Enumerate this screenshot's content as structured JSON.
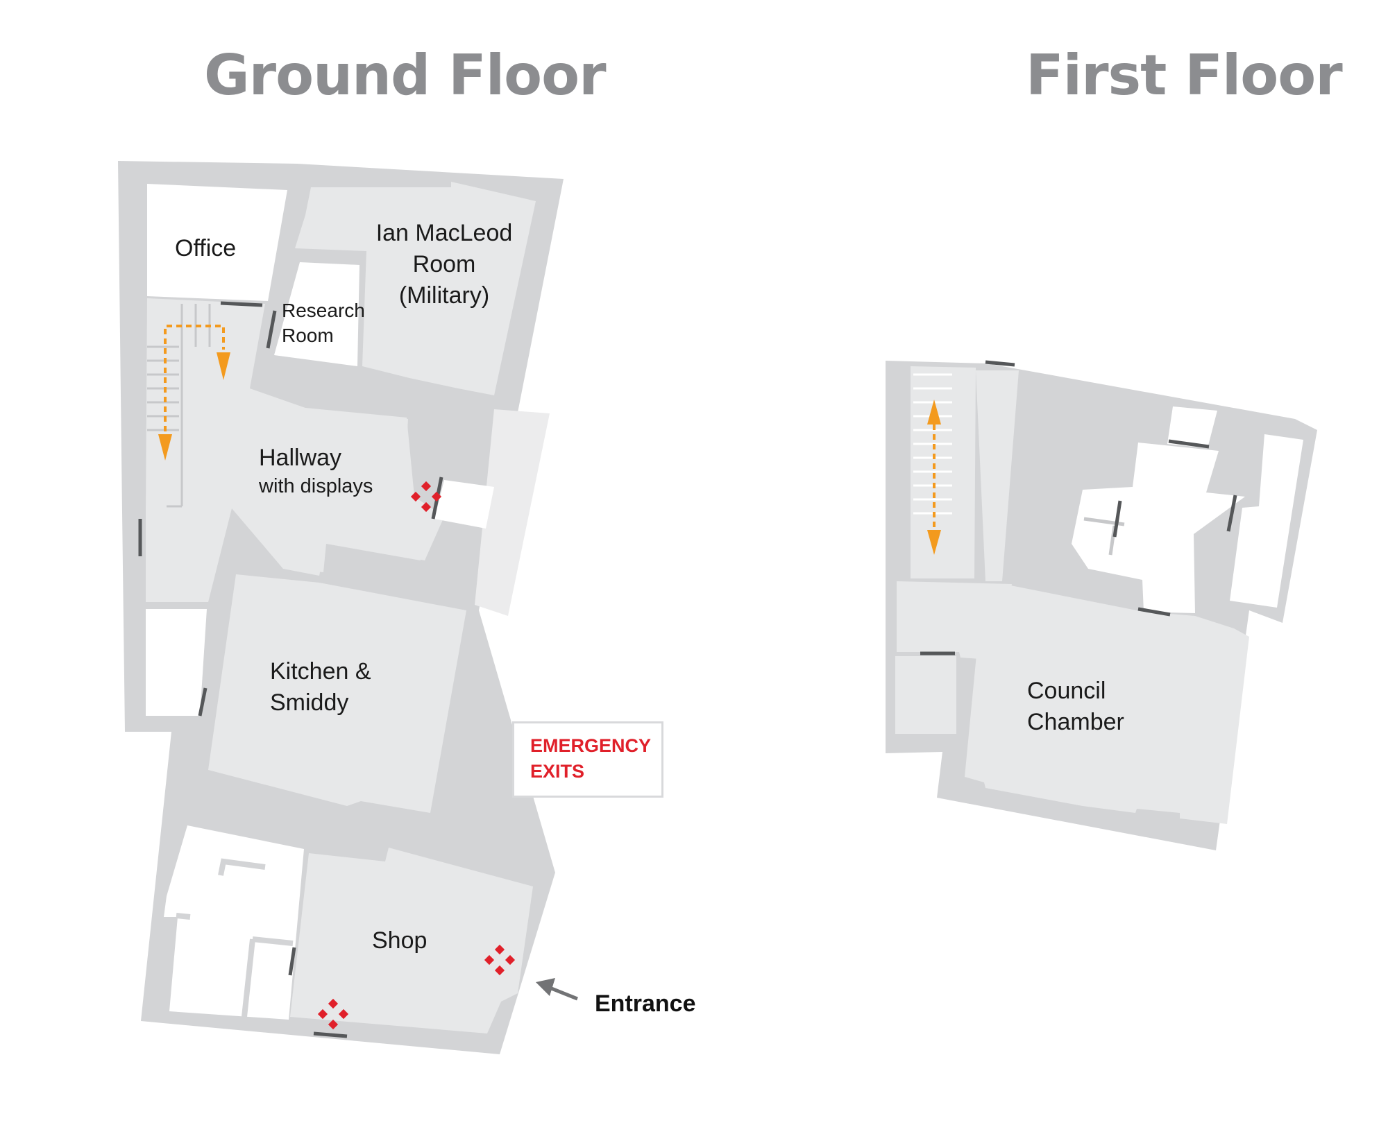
{
  "floors": [
    {
      "title": "Ground Floor",
      "rooms": {
        "office": "Office",
        "ian_macleod": [
          "Ian MacLeod",
          "Room",
          "(Military)"
        ],
        "research": [
          "Research",
          "Room"
        ],
        "hallway": [
          "Hallway",
          "with displays"
        ],
        "kitchen": [
          "Kitchen &",
          "Smiddy"
        ],
        "shop": "Shop"
      },
      "entrance_label": "Entrance"
    },
    {
      "title": "First Floor",
      "rooms": {
        "council": [
          "Council",
          "Chamber"
        ]
      }
    }
  ],
  "legend": {
    "lines": [
      "EMERGENCY",
      "EXITS"
    ],
    "symbol": "emergency-exit-icon"
  },
  "colors": {
    "wall": "#d3d4d6",
    "room_fill": "#e7e8e9",
    "door": "#555759",
    "stairs_arrow": "#f39a1e",
    "emergency": "#e0202a",
    "title": "#8c8d90"
  }
}
